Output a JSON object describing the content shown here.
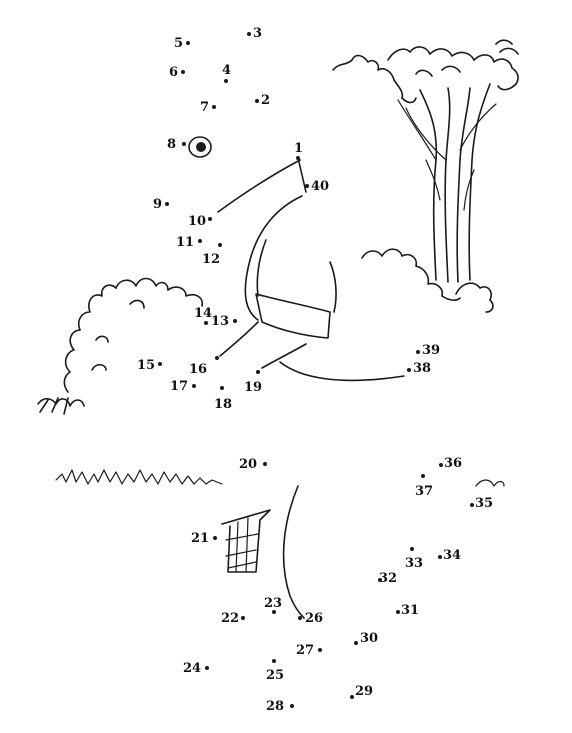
{
  "puzzle": {
    "dots": [
      {
        "n": "1"
      },
      {
        "n": "2"
      },
      {
        "n": "3"
      },
      {
        "n": "4"
      },
      {
        "n": "5"
      },
      {
        "n": "6"
      },
      {
        "n": "7"
      },
      {
        "n": "8"
      },
      {
        "n": "9"
      },
      {
        "n": "10"
      },
      {
        "n": "11"
      },
      {
        "n": "12"
      },
      {
        "n": "13"
      },
      {
        "n": "14"
      },
      {
        "n": "15"
      },
      {
        "n": "16"
      },
      {
        "n": "17"
      },
      {
        "n": "18"
      },
      {
        "n": "19"
      },
      {
        "n": "20"
      },
      {
        "n": "21"
      },
      {
        "n": "22"
      },
      {
        "n": "23"
      },
      {
        "n": "24"
      },
      {
        "n": "25"
      },
      {
        "n": "26"
      },
      {
        "n": "27"
      },
      {
        "n": "28"
      },
      {
        "n": "29"
      },
      {
        "n": "30"
      },
      {
        "n": "31"
      },
      {
        "n": "32"
      },
      {
        "n": "33"
      },
      {
        "n": "34"
      },
      {
        "n": "35"
      },
      {
        "n": "36"
      },
      {
        "n": "37"
      },
      {
        "n": "38"
      },
      {
        "n": "39"
      },
      {
        "n": "40"
      }
    ]
  },
  "colors": {
    "ink": "#1a1a1a",
    "paper": "#ffffff"
  }
}
